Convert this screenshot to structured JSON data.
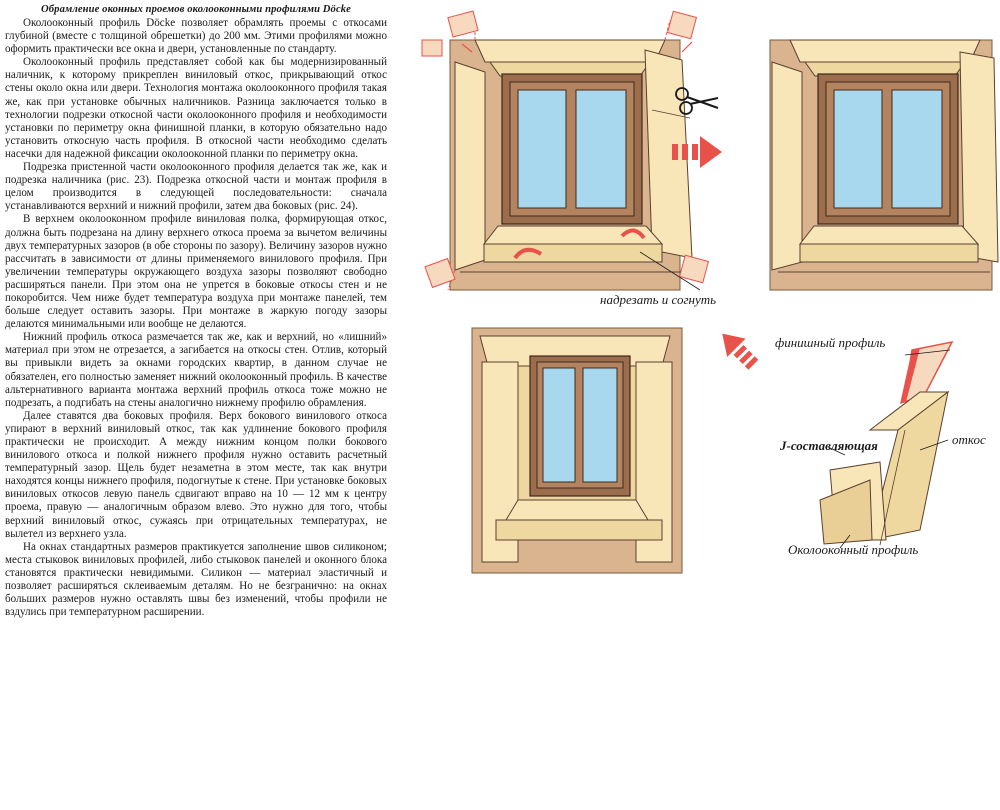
{
  "article": {
    "heading": "Обрамление оконных проемов околооконными профилями Döcke",
    "paragraphs": [
      "Околооконный профиль Döcke позволяет обрамлять проемы с откосами глубиной (вместе с толщиной обрешетки) до 200 мм. Этими профилями можно оформить практически все окна и двери, установленные по стандарту.",
      "Околооконный профиль представляет собой как бы модернизированный наличник, к которому прикреплен виниловый откос, прикрывающий откос стены около окна или двери. Технология монтажа околооконного профиля такая же, как при установке обычных наличников. Разница заключается только в технологии подрезки откосной части околооконного профиля и необходимости установки по периметру окна финишной планки, в которую обязательно надо установить откосную часть профиля. В откосной части необходимо сделать насечки для надежной фиксации околооконной планки по периметру окна.",
      "Подрезка пристенной части околооконного профиля делается так же, как и подрезка наличника (рис. 23). Подрезка откосной части и монтаж профиля в целом производится в следующей последовательности: сначала устанавливаются верхний и нижний профили, затем два боковых (рис. 24).",
      "В верхнем околооконном профиле виниловая полка, формирующая откос, должна быть подрезана на длину верхнего откоса проема за вычетом величины двух температурных зазоров (в обе стороны по зазору). Величину зазоров нужно рассчитать в зависимости от длины применяемого винилового профиля. При увеличении температуры окружающего воздуха зазоры позволяют свободно расширяться панели. При этом она не упрется в боковые откосы стен и не покоробится. Чем ниже будет температура воздуха при монтаже панелей, тем больше следует оставить зазоры. При монтаже в жаркую погоду зазоры делаются минимальными или вообще не делаются.",
      "Нижний профиль откоса размечается так же, как и верхний, но «лишний» материал при этом не отрезается, а загибается на откосы стен. Отлив, который вы привыкли видеть за окнами городских квартир, в данном случае не обязателен, его полностью заменяет нижний околооконный профиль. В качестве альтернативного варианта монтажа верхний профиль откоса тоже можно не подрезать, а подгибать на стены аналогично нижнему профилю обрамления.",
      "Далее ставятся два боковых профиля. Верх бокового винилового откоса упирают в верхний виниловый откос, так как удлинение бокового профиля практически не происходит. А между нижним концом полки бокового винилового откоса и полкой нижнего профиля нужно оставить расчетный температурный зазор. Щель будет незаметна в этом месте, так как внутри находятся концы нижнего профиля, подогнутые к стене. При установке боковых виниловых откосов левую панель сдвигают вправо на 10 — 12 мм к центру проема, правую — аналогичным образом влево. Это нужно для того, чтобы верхний виниловый откос, сужаясь при отрицательных температурах, не вылетел из верхнего узла.",
      "На окнах стандартных размеров практикуется заполнение швов силиконом; места стыковок виниловых профилей, либо стыковок панелей и оконного блока становятся практически невидимыми. Силикон — материал эластичный и позволяет расширяться склеиваемым деталям. Но не безгранично: на окнах больших размеров нужно оставлять швы без изменений, чтобы профили не вздулись при температурном расширении."
    ]
  },
  "figure": {
    "labels": {
      "cut_fold": "надрезать и согнуть",
      "finish_profile": "финишный профиль",
      "j_component": "J-составляющая",
      "reveal": "откос",
      "window_profile": "Околооконный профиль"
    },
    "icons": [
      "scissors-icon",
      "arrow-right-icon",
      "arrow-down-left-icon",
      "curved-arrow-icon"
    ],
    "colors": {
      "wall": "#d9b48f",
      "profile": "#f8e6b8",
      "frame": "#9b6d4c",
      "glass": "#a8d8ee",
      "accent": "#e8524a"
    }
  }
}
